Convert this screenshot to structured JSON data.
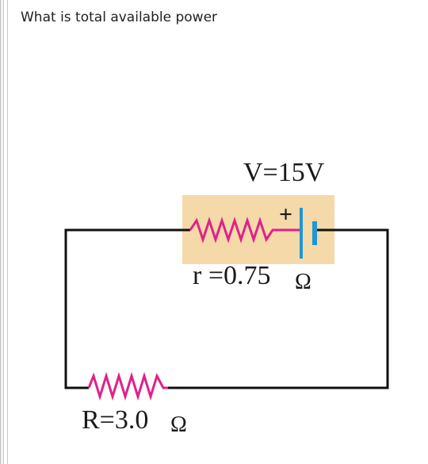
{
  "question": {
    "text": "What is total available power"
  },
  "circuit": {
    "battery_voltage_label": "V=15V",
    "plus_sign": "+",
    "internal_resistance_value": "r =0.75",
    "internal_resistance_unit": "Ω",
    "load_resistance_value": "R=3.0",
    "load_resistance_unit": "Ω"
  },
  "colors": {
    "wire": "#111111",
    "resistor": "#e0218a",
    "battery_plate": "#1f97d4",
    "battery_highlight": "#f5d9a8"
  }
}
